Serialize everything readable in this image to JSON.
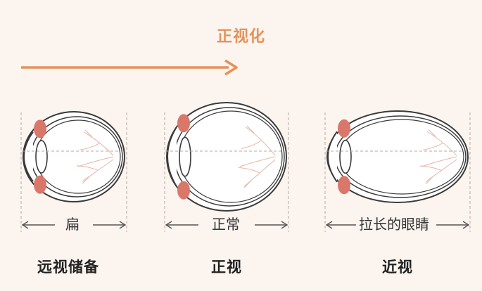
{
  "header": {
    "title": "正视化",
    "accent_color": "#e4925a"
  },
  "eyes": [
    {
      "measure_label": "扁",
      "caption": "远视储备"
    },
    {
      "measure_label": "正常",
      "caption": "正视"
    },
    {
      "measure_label": "拉长的眼睛",
      "caption": "近视"
    }
  ],
  "colors": {
    "background": "#fbf4ef",
    "outline": "#3a3a3a",
    "muscle": "#d9786a",
    "vessel": "#e7b4a5",
    "dashed": "#b9a7a0"
  }
}
